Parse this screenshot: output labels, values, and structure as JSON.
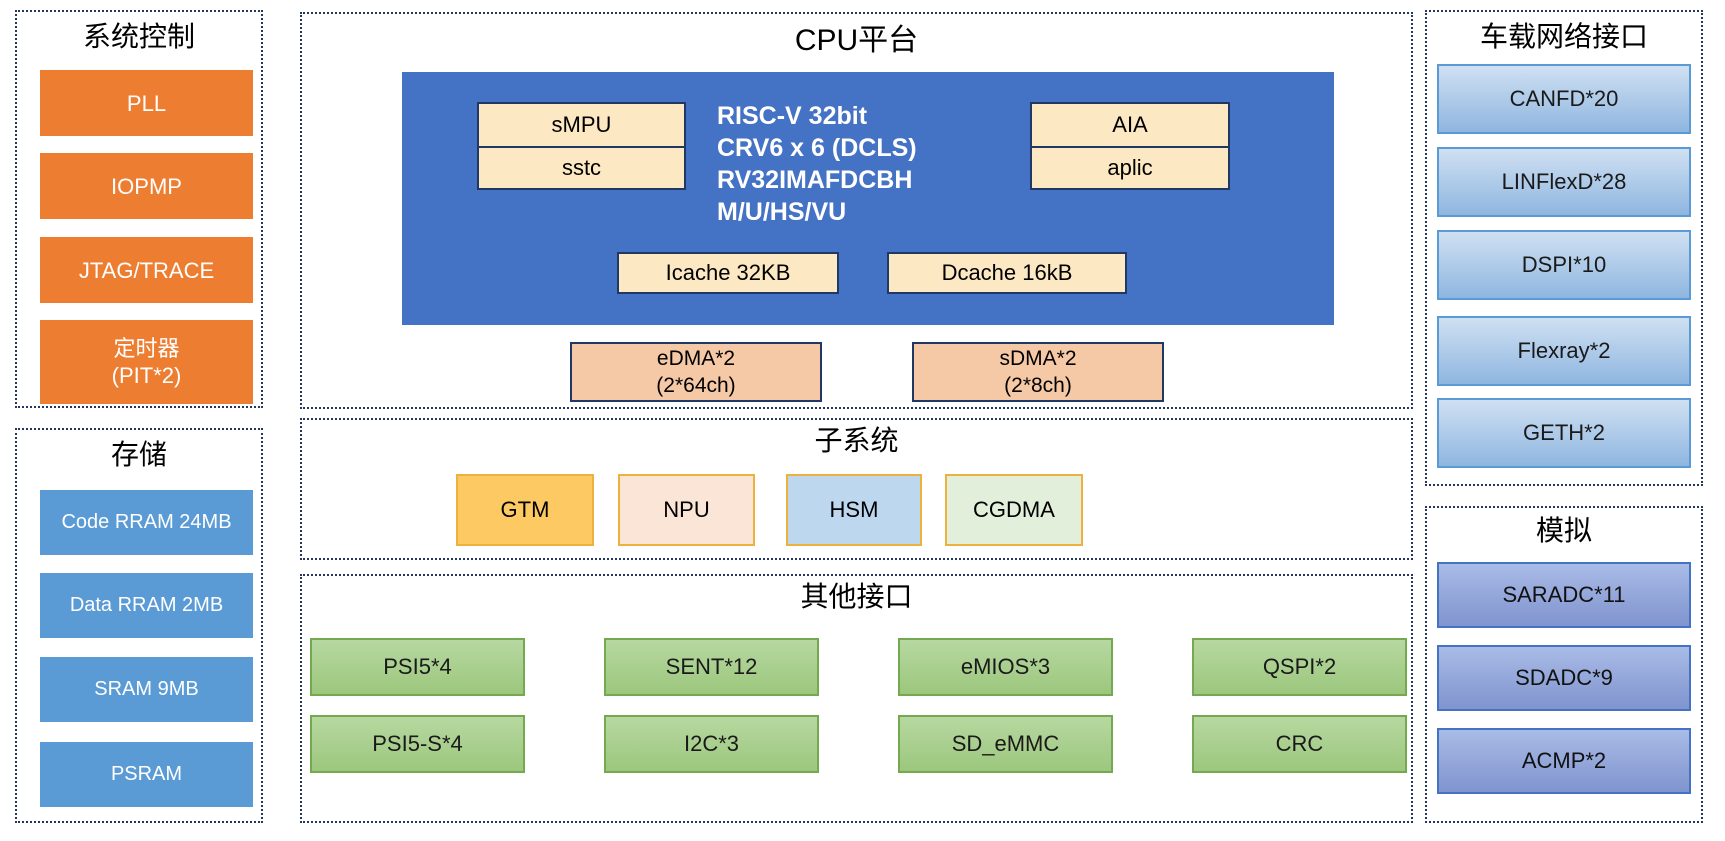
{
  "system_control": {
    "title": "系统控制",
    "items": [
      "PLL",
      "IOPMP",
      "JTAG/TRACE",
      "定时器\n(PIT*2)"
    ]
  },
  "storage": {
    "title": "存储",
    "items": [
      "Code RRAM 24MB",
      "Data RRAM 2MB",
      "SRAM 9MB",
      "PSRAM"
    ]
  },
  "cpu": {
    "title": "CPU平台",
    "core_lines": "RISC-V 32bit\nCRV6 x 6 (DCLS)\nRV32IMAFDCBH\nM/U/HS/VU",
    "smpu": "sMPU",
    "sstc": "sstc",
    "aia": "AIA",
    "aplic": "aplic",
    "icache": "Icache 32KB",
    "dcache": "Dcache 16kB",
    "edma": "eDMA*2\n(2*64ch)",
    "sdma": "sDMA*2\n(2*8ch)"
  },
  "subsystem": {
    "title": "子系统",
    "items": [
      "GTM",
      "NPU",
      "HSM",
      "CGDMA"
    ]
  },
  "other_interfaces": {
    "title": "其他接口",
    "row1": [
      "PSI5*4",
      "SENT*12",
      "eMIOS*3",
      "QSPI*2"
    ],
    "row2": [
      "PSI5-S*4",
      "I2C*3",
      "SD_eMMC",
      "CRC"
    ]
  },
  "vehicle_network": {
    "title": "车载网络接口",
    "items": [
      "CANFD*20",
      "LINFlexD*28",
      "DSPI*10",
      "Flexray*2",
      "GETH*2"
    ]
  },
  "analog": {
    "title": "模拟",
    "items": [
      "SARADC*11",
      "SDADC*9",
      "ACMP*2"
    ]
  },
  "colors": {
    "panel_border": "#24365E",
    "orange_block": "#ED7D31",
    "storage_blue": "#5B9BD5",
    "cpu_core_blue": "#4472C4",
    "cream_box": "#FCE8C2",
    "dark_navy_border": "#1F3864",
    "dma_peach": "#F6C9A6",
    "gold_border": "#EDB23E",
    "gtm_amber": "#FDC963",
    "npu_pink": "#FBE5D6",
    "hsm_blue": "#BDD7EE",
    "cgdma_green": "#E2EFDA",
    "green_block": "#9CC77D",
    "vehicle_blue": "#8FB6E0",
    "analog_blue": "#8094CF"
  }
}
